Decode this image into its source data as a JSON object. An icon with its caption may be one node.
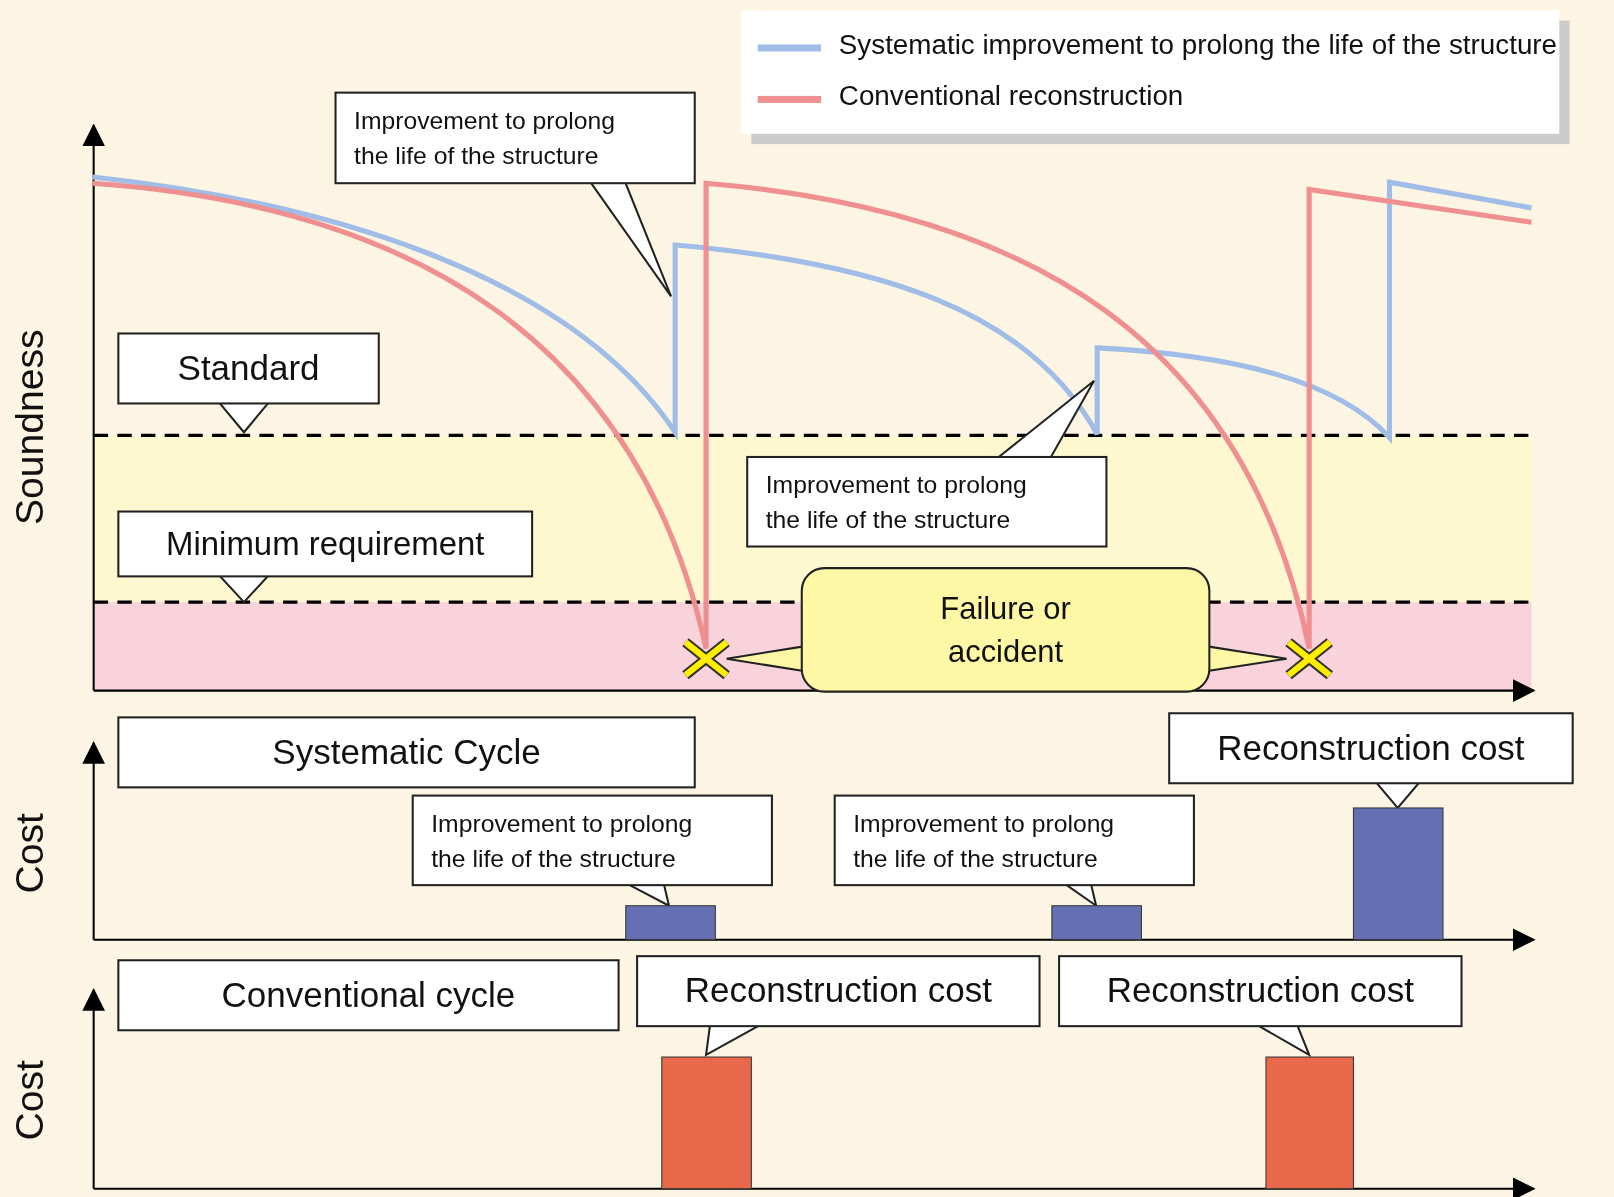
{
  "diagram": {
    "nodes": [
      {
        "text": [
          "Improvement to prolong the life of the structure"
        ]
      },
      {
        "text": [
          "Standard"
        ]
      },
      {
        "text": [
          "Minimum requirement"
        ]
      },
      {
        "text": [
          "Improvement to prolong the life of the structure"
        ]
      },
      {
        "text": [
          "Failure or accident"
        ]
      },
      {
        "text": [
          "Systematic Cycle"
        ]
      },
      {
        "text": [
          "Reconstruction cost"
        ]
      },
      {
        "text": [
          "Improvement to prolong the life of the structure"
        ]
      },
      {
        "text": [
          "Improvement to prolong the life of the structure"
        ]
      },
      {
        "text": [
          "Conventional cycle"
        ]
      },
      {
        "text": [
          "Reconstruction cost"
        ]
      },
      {
        "text": [
          "Reconstruction cost"
        ]
      },
      {
        "text": [],
        "shape": "bar"
      },
      {
        "text": [],
        "shape": "bar"
      },
      {
        "text": [],
        "shape": "bar"
      },
      {
        "text": [],
        "shape": "bar"
      },
      {
        "text": [],
        "shape": "bar"
      }
    ],
    "edges": [],
    "labels": [
      "Soundness",
      "Cost",
      "Cost"
    ],
    "legend": [
      {
        "text": "Systematic improvement to prolong the life of the structure"
      },
      {
        "text": "Conventional reconstruction"
      }
    ]
  }
}
